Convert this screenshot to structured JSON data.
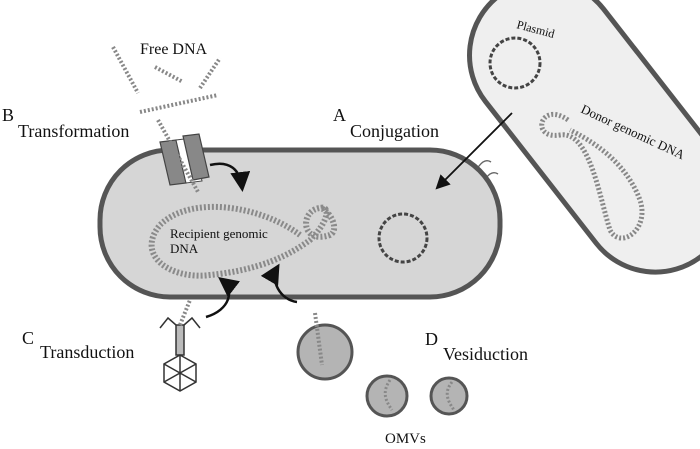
{
  "title": "Horizontal gene transfer mechanisms in bacteria",
  "labels": {
    "free_dna": "Free DNA",
    "transformation_letter": "B",
    "transformation": "Transformation",
    "conjugation_letter": "A",
    "conjugation": "Conjugation",
    "transduction_letter": "C",
    "transduction": "Transduction",
    "vesiduction_letter": "D",
    "vesiduction": "Vesiduction",
    "plasmid": "Plasmid",
    "donor_dna": "Donor genomic DNA",
    "recipient_dna_line1": "Recipient genomic",
    "recipient_dna_line2": "DNA",
    "omvs": "OMVs"
  },
  "colors": {
    "recipient_fill": "#d6d6d6",
    "donor_fill": "#efefef",
    "membrane": "#555555",
    "dna": "#8a8a8a",
    "vesicle_fill": "#b4b4b4",
    "arrow": "#111111"
  }
}
